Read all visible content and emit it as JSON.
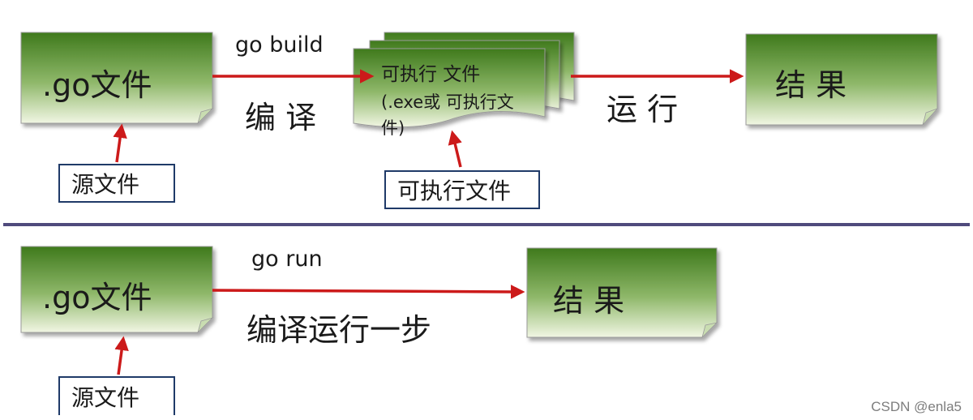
{
  "build_flow": {
    "source_node": ".go文件",
    "source_label": "源文件",
    "build_command": "go build",
    "compile_label": "编 译",
    "exe_node_line1": "可执行 文件",
    "exe_node_line2": "(.exe或 可执行文",
    "exe_node_line3": "件)",
    "exe_label": "可执行文件",
    "run_label": "运 行",
    "result_node": "结 果"
  },
  "run_flow": {
    "source_node": ".go文件",
    "source_label": "源文件",
    "run_command": "go run",
    "step_label": "编译运行一步",
    "result_node": "结 果"
  },
  "watermark": "CSDN @enla5",
  "colors": {
    "arrow": "#cc1a1a",
    "divider": "#4f4a7c",
    "box_gradient_top": "#3f7a1c",
    "box_gradient_bottom": "#f1f6e3",
    "label_border": "#1f3a68"
  }
}
